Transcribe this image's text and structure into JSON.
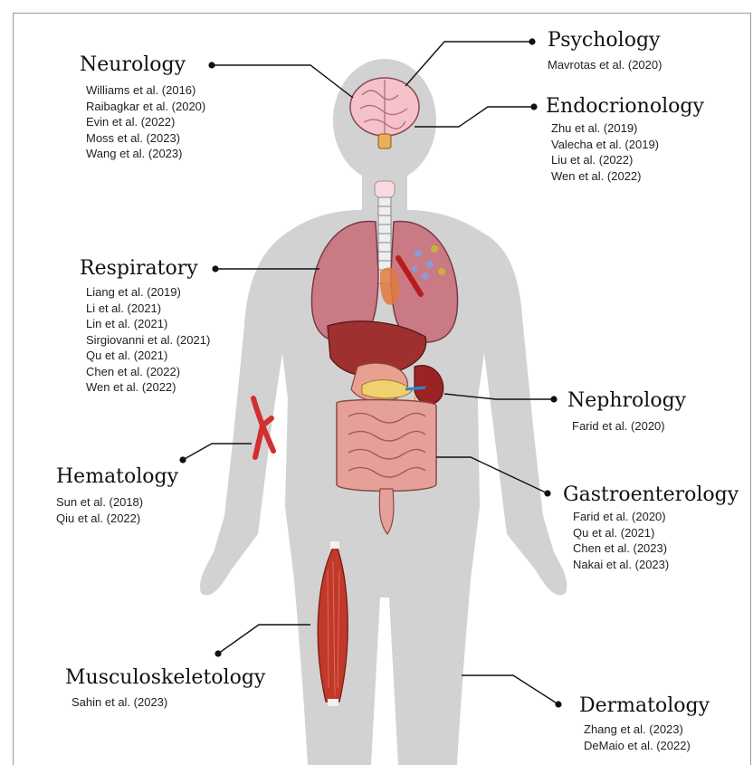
{
  "categories": {
    "neurology": {
      "title": "Neurology",
      "refs": [
        "Williams et al. (2016)",
        "Raibagkar et al. (2020)",
        "Evin et al. (2022)",
        "Moss et al. (2023)",
        "Wang et al. (2023)"
      ]
    },
    "psychology": {
      "title": "Psychology",
      "refs": [
        "Mavrotas et al. (2020)"
      ]
    },
    "endocrinology": {
      "title": "Endocrionology",
      "refs": [
        "Zhu et al. (2019)",
        "Valecha et al. (2019)",
        "Liu et al. (2022)",
        "Wen et al. (2022)"
      ]
    },
    "respiratory": {
      "title": "Respiratory",
      "refs": [
        "Liang et al. (2019)",
        "Li et al. (2021)",
        "Lin et al. (2021)",
        "Sirgiovanni et al. (2021)",
        "Qu et al. (2021)",
        "Chen et al. (2022)",
        "Wen et al. (2022)"
      ]
    },
    "nephrology": {
      "title": "Nephrology",
      "refs": [
        "Farid et al. (2020)"
      ]
    },
    "hematology": {
      "title": "Hematology",
      "refs": [
        "Sun et al. (2018)",
        "Qiu et al. (2022)"
      ]
    },
    "gastroenterology": {
      "title": "Gastroenterology",
      "refs": [
        "Farid et al. (2020)",
        "Qu et al. (2021)",
        "Chen et al. (2023)",
        "Nakai et al. (2023)"
      ]
    },
    "musculoskeletology": {
      "title": "Musculoskeletology",
      "refs": [
        "Sahin et al. (2023)"
      ]
    },
    "dermatology": {
      "title": "Dermatology",
      "refs": [
        "Zhang et al. (2023)",
        "DeMaio et al. (2022)"
      ]
    }
  },
  "colors": {
    "body": "#d2d2d2",
    "lung": "#c97a84",
    "liver": "#9e3030",
    "intestine": "#e6a09a",
    "muscle": "#c0392b",
    "blood": "#d32f2f",
    "brain": "#f4c2c8"
  }
}
